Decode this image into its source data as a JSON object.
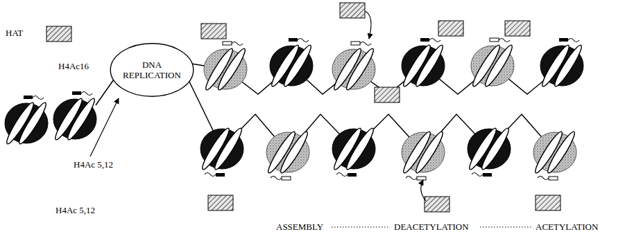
{
  "diagram": {
    "nodes": [
      {
        "text": [
          "DNA REPLICATION"
        ]
      }
    ],
    "labels": [
      "HAT",
      "H4Ac16",
      "H4Ac 5,12",
      "H4Ac 5,12",
      "ASSEMBLY",
      "DEACETYLATION",
      "ACETYLATION"
    ]
  }
}
